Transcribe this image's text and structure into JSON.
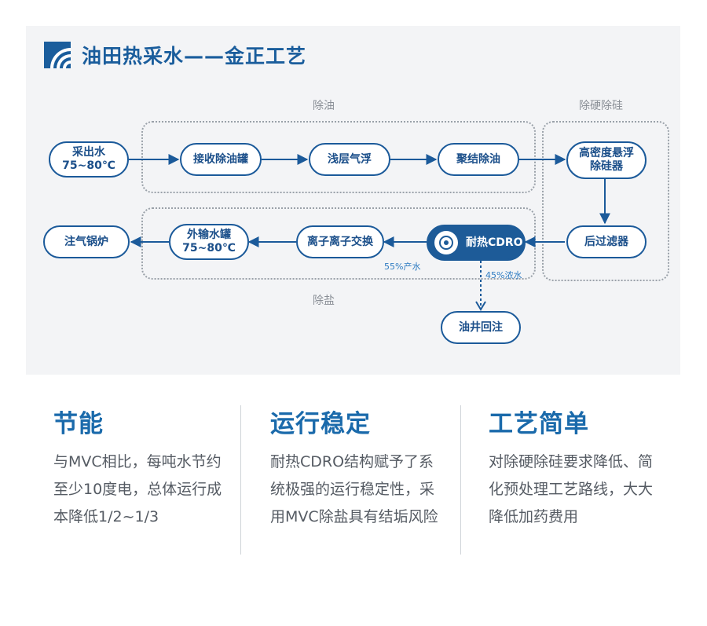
{
  "header": {
    "title": "油田热采水——金正工艺"
  },
  "groups": {
    "deoil": "除油",
    "desilica": "除硬除硅",
    "desalt": "除盐"
  },
  "nodes": {
    "intake": [
      "采出水",
      "75~80℃"
    ],
    "receive_tank": [
      "接收除油罐"
    ],
    "shallow_float": [
      "浅层气浮"
    ],
    "coalesce": [
      "聚结除油"
    ],
    "hd_clarifier": [
      "高密度悬浮",
      "除硅器"
    ],
    "post_filter": [
      "后过滤器"
    ],
    "cdro": [
      "耐热CDRO"
    ],
    "ion_exchange": [
      "离子离子交换"
    ],
    "export_tank": [
      "外输水罐",
      "75~80℃"
    ],
    "boiler": [
      "注气锅炉"
    ],
    "reinjection": [
      "油井回注"
    ]
  },
  "flow_labels": {
    "product": "55%产水",
    "concentrate": "45%浓水"
  },
  "colors": {
    "brand_blue": "#1a5d9c",
    "node_border": "#1b5a9a",
    "cdro_fill": "#1d5b98",
    "panel_bg": "#f3f4f6"
  },
  "features": [
    {
      "title": "节能",
      "body": "与MVC相比，每吨水节约至少10度电，总体运行成本降低1/2~1/3"
    },
    {
      "title": "运行稳定",
      "body": "耐热CDRO结构赋予了系统极强的运行稳定性，采用MVC除盐具有结垢风险"
    },
    {
      "title": "工艺简单",
      "body": "对除硬除硅要求降低、简化预处理工艺路线，大大降低加药费用"
    }
  ]
}
